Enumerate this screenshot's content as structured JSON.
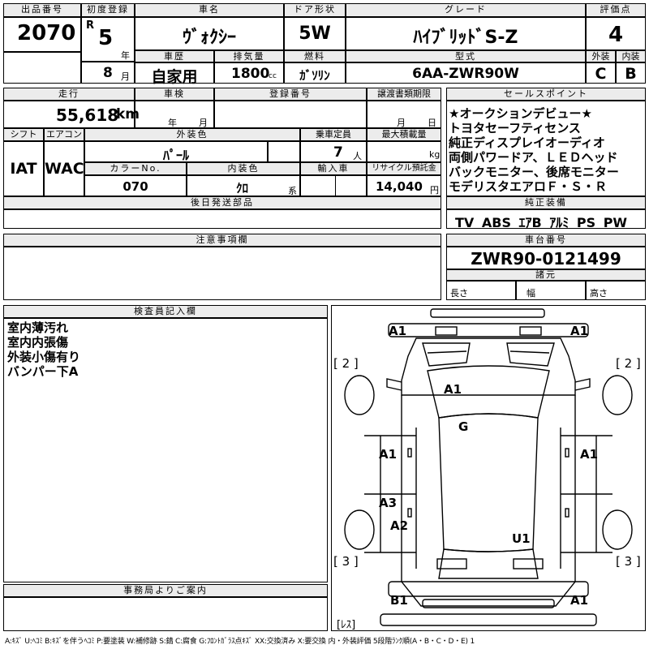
{
  "header": {
    "lot_label": "出品番号",
    "lot": "2070",
    "reg_label": "初度登録",
    "era": "R",
    "year": "5",
    "year_unit": "年",
    "history_label": "車歴",
    "month": "8",
    "month_unit": "月",
    "name_label": "車名",
    "name": "ｳﾞｫｸｼｰ",
    "history": "自家用",
    "door_label": "ドア形状",
    "door": "5W",
    "disp_label": "排気量",
    "disp": "1800",
    "disp_unit": "cc",
    "fuel_label": "燃料",
    "fuel": "ｶﾞｿﾘﾝ",
    "grade_label": "グレード",
    "grade": "ﾊｲﾌﾞﾘｯﾄﾞS-Z",
    "model_label": "型式",
    "model": "6AA-ZWR90W",
    "score_label": "評価点",
    "score": "4",
    "ext_label": "外装",
    "ext": "C",
    "int_label": "内装",
    "int": "B"
  },
  "row2": {
    "mileage_label": "走行",
    "mileage": "55,618",
    "mileage_unit": "km",
    "inspection_label": "車検",
    "insp_year": "年",
    "insp_month": "月",
    "regno_label": "登録番号",
    "transfer_label": "譲渡書類期限",
    "tr_month": "月",
    "tr_day": "日",
    "shift_label": "シフト",
    "shift": "IAT",
    "ac_label": "エアコン",
    "ac": "WAC",
    "color_label": "外装色",
    "color": "ﾊﾟｰﾙ",
    "capacity_label": "乗車定員",
    "capacity": "7",
    "capacity_unit": "人",
    "load_label": "最大積載量",
    "load_unit": "kg",
    "colorno_label": "カラーNo.",
    "colorno": "070",
    "intcolor_label": "内装色",
    "intcolor": "ｸﾛ",
    "intcolor_unit": "系",
    "import_label": "輸入車",
    "recycle_label": "リサイクル預託金",
    "recycle": "14,040",
    "recycle_unit": "円",
    "later_label": "後日発送部品"
  },
  "sales": {
    "label": "セールスポイント",
    "lines": [
      "★オークションデビュー★",
      "トヨタセーフティセンス",
      "純正ディスプレイオーディオ",
      "両側パワードア、ＬＥＤヘッド",
      "バックモニター、後席モニター",
      "モデリスタエアロＦ・Ｓ・Ｒ"
    ],
    "equip_label": "純正装備",
    "equip": "TV ABS ｴｱB ｱﾙﾐ PS PW"
  },
  "notes": {
    "label": "注意事項欄"
  },
  "chassis": {
    "label": "車台番号",
    "value": "ZWR90-0121499",
    "spec_label": "諸元",
    "length": "長さ",
    "width": "幅",
    "height": "高さ"
  },
  "inspector": {
    "label": "検査員記入欄",
    "lines": [
      "室内薄汚れ",
      "室内内張傷",
      "外装小傷有り",
      "バンパー下A"
    ]
  },
  "office": {
    "label": "事務局よりご案内"
  },
  "diagram": {
    "marks": [
      "A1",
      "A1",
      "A1",
      "G",
      "A1",
      "A1",
      "A3",
      "A2",
      "U1",
      "B1",
      "A1"
    ],
    "brackets": [
      "[ 2 ]",
      "[ 2 ]",
      "[ 3 ]",
      "[ 3 ]",
      "[ﾚｽ]"
    ]
  },
  "legend": "A:ｷｽﾞ U:ﾍｺﾐ B:ｷｽﾞを伴うﾍｺﾐ P:要塗装 W:補修跡 S:錆 C:腐食 G:ﾌﾛﾝﾄｶﾞﾗｽ点ｷｽﾞ XX:交換済み X:要交換 内・外装評価 5段階ﾗﾝｸ順(A・B・C・D・E) 1"
}
